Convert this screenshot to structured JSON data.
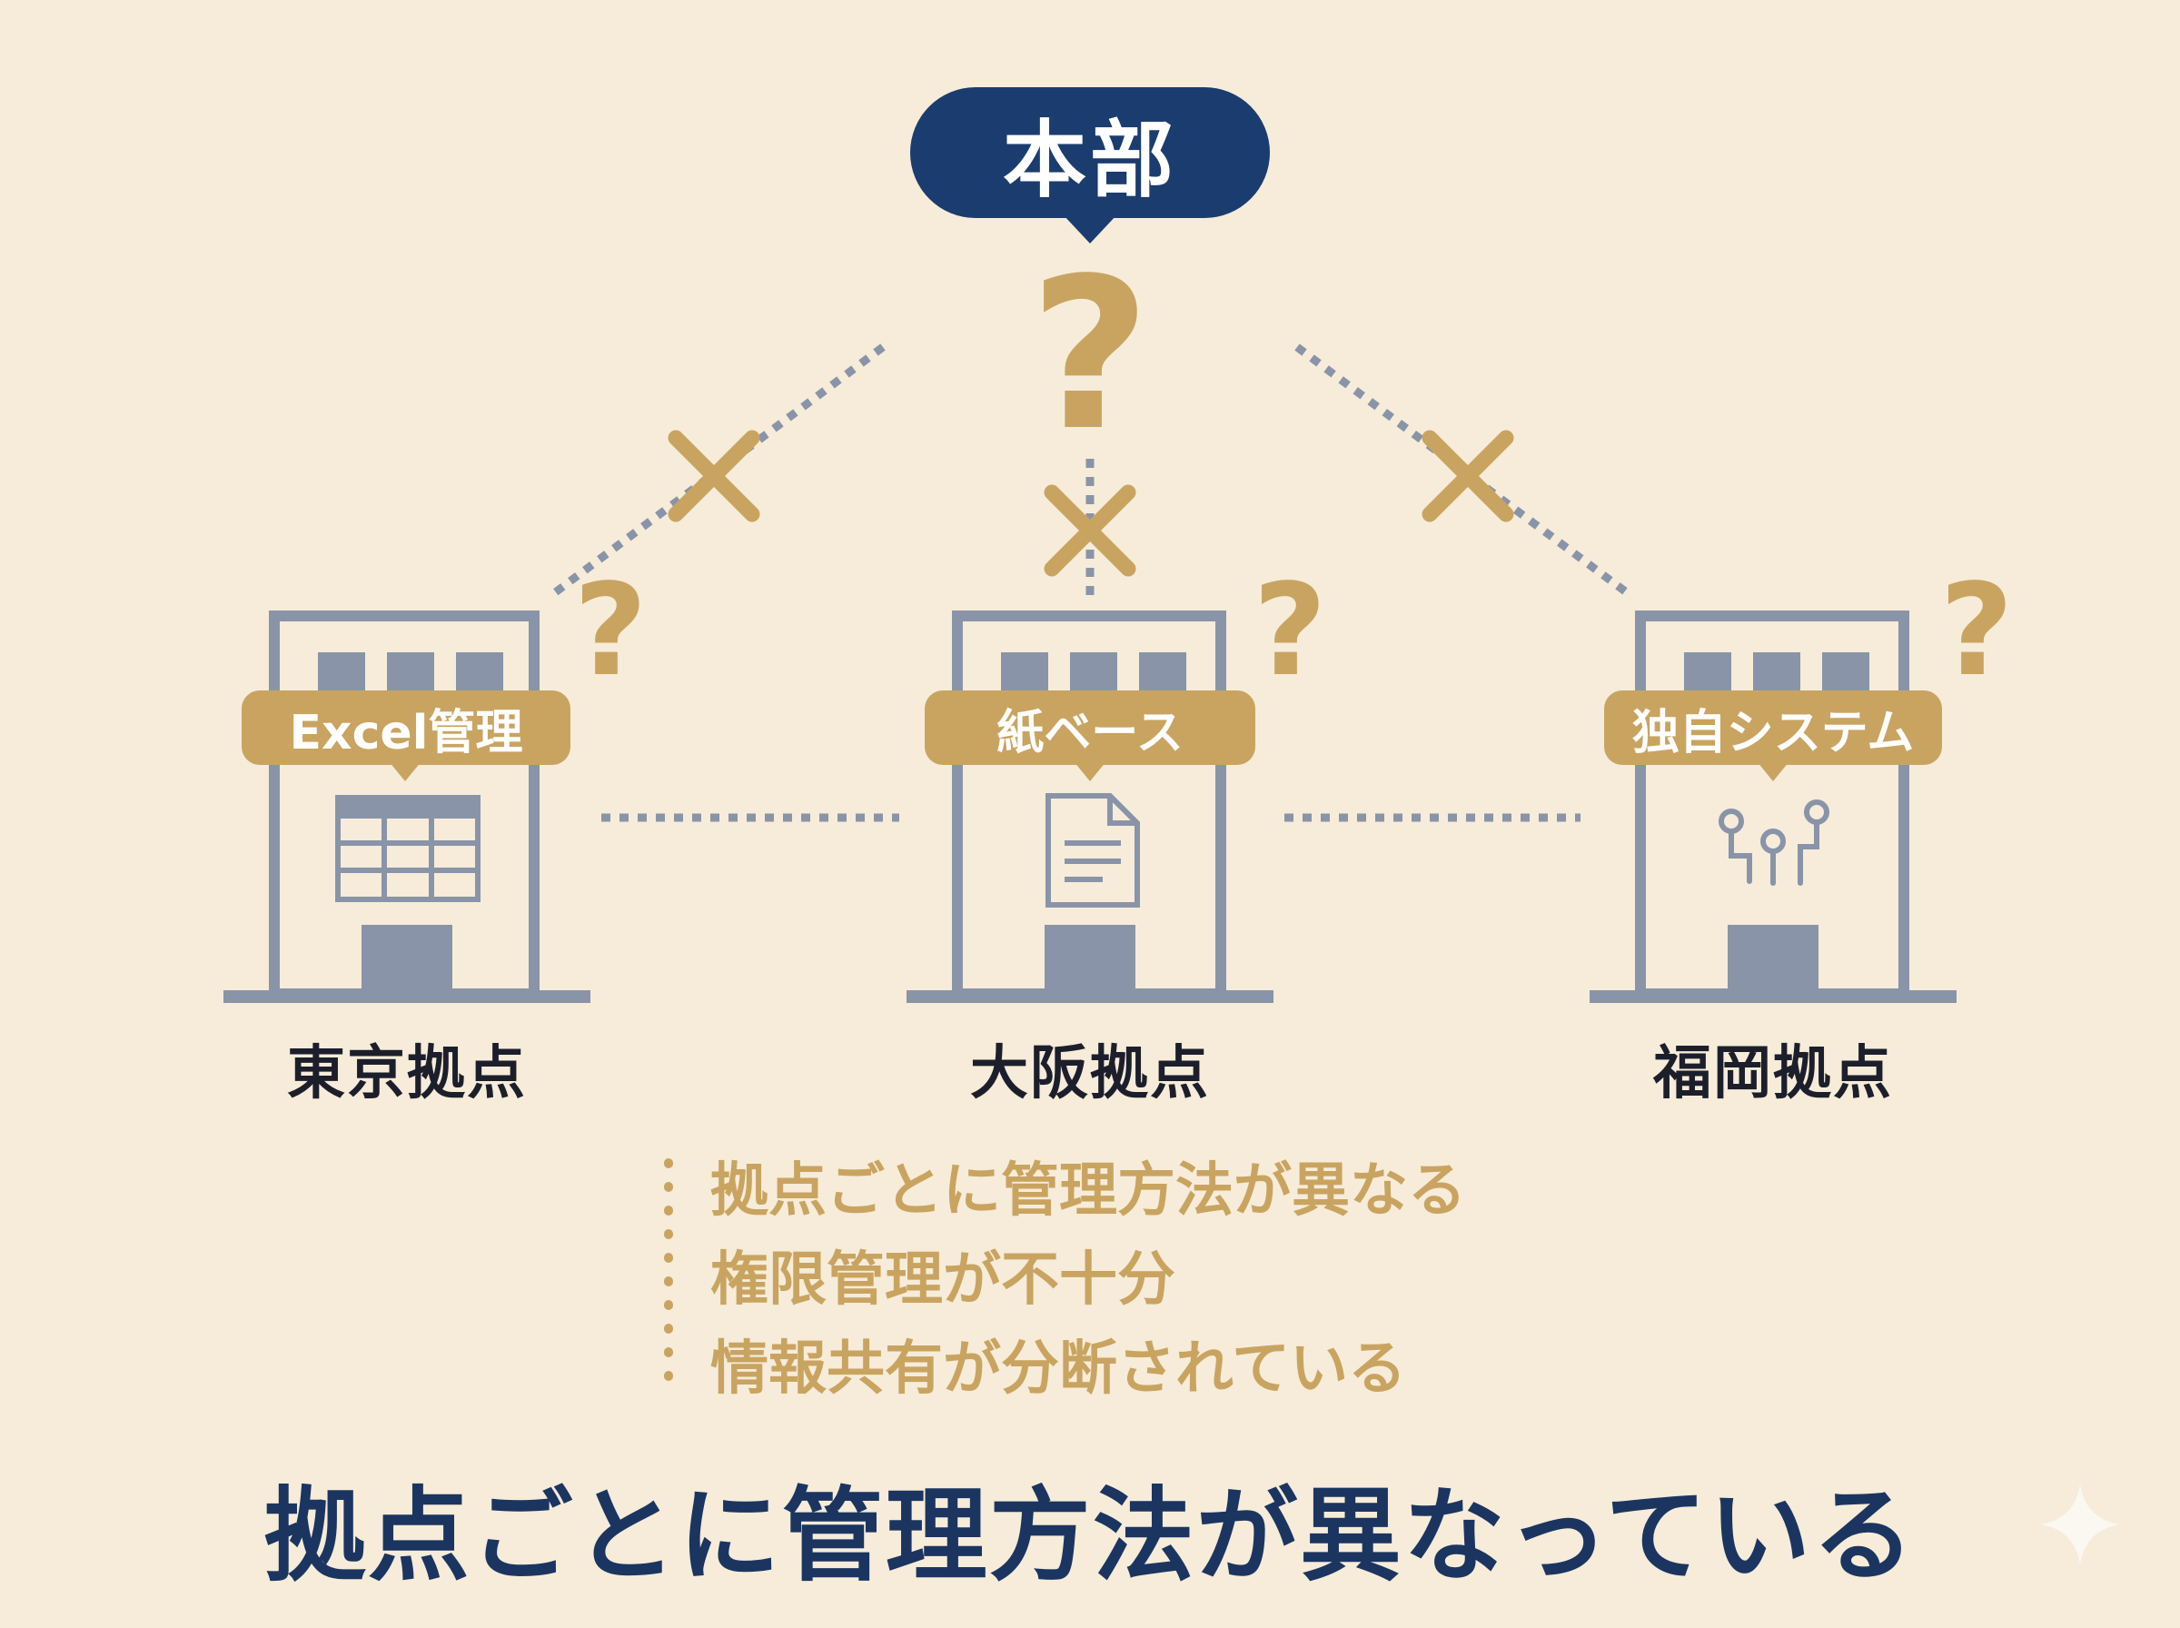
{
  "headquarters": {
    "label": "本部"
  },
  "question_mark": "?",
  "cross_mark": "✕",
  "sites": [
    {
      "name": "東京拠点",
      "tag": "Excel管理",
      "icon": "spreadsheet-icon"
    },
    {
      "name": "大阪拠点",
      "tag": "紙ベース",
      "icon": "document-icon"
    },
    {
      "name": "福岡拠点",
      "tag": "独自システム",
      "icon": "circuit-icon"
    }
  ],
  "issues": [
    "拠点ごとに管理方法が異なる",
    "権限管理が不十分",
    "情報共有が分断されている"
  ],
  "headline": "拠点ごとに管理方法が異なっている",
  "colors": {
    "background": "#f6ecd9",
    "navy": "#1b3c6e",
    "gold": "#c9a461",
    "building": "#8a94a8",
    "text_dark": "#1c1f2b"
  }
}
